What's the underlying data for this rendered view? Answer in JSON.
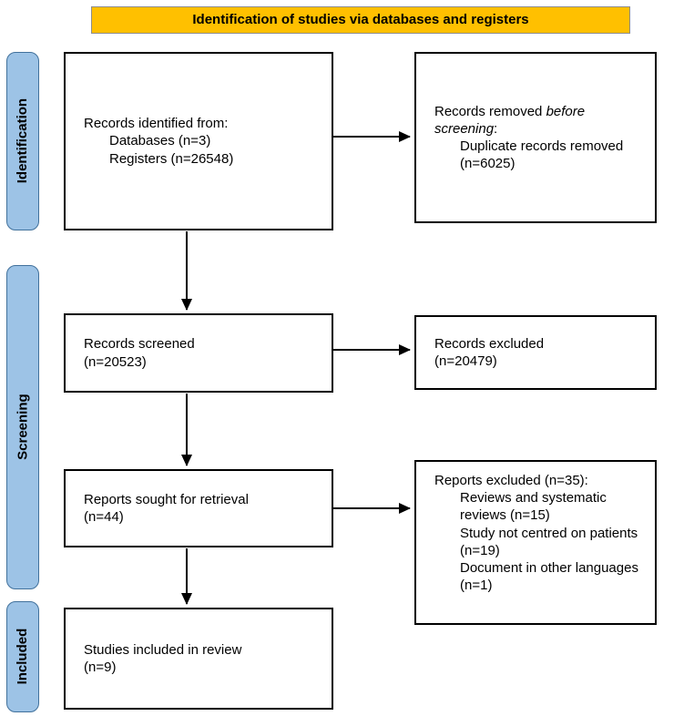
{
  "header": {
    "title": "Identification of studies via databases and registers"
  },
  "sidebar": {
    "identification": "Identification",
    "screening": "Screening",
    "included": "Included"
  },
  "boxes": {
    "records_identified": {
      "title": "Records identified from:",
      "items": [
        "Databases (n=3)",
        "Registers (n=26548)"
      ]
    },
    "records_removed": {
      "title_prefix": "Records removed ",
      "title_italic": "before screening",
      "title_suffix": ":",
      "items": [
        "Duplicate records removed (n=6025)"
      ]
    },
    "records_screened": {
      "lines": [
        "Records screened",
        "(n=20523)"
      ]
    },
    "records_excluded": {
      "lines": [
        "Records excluded",
        "(n=20479)"
      ]
    },
    "reports_sought": {
      "lines": [
        "Reports sought for retrieval",
        "(n=44)"
      ]
    },
    "reports_excluded": {
      "title": "Reports excluded (n=35):",
      "items": [
        "Reviews and systematic reviews (n=15)",
        "Study not centred on patients (n=19)",
        "Document in other languages (n=1)"
      ]
    },
    "studies_included": {
      "lines": [
        "Studies included in review",
        "(n=9)"
      ]
    }
  },
  "colors": {
    "header_bg": "#FFC000",
    "stage_bg": "#9DC3E6",
    "arrow": "#000000"
  }
}
